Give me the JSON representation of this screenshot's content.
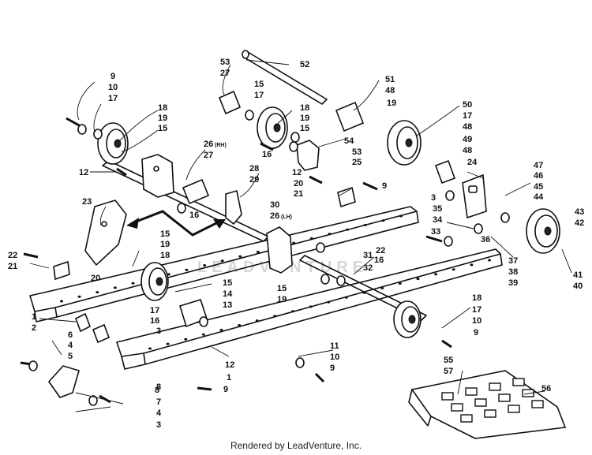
{
  "footer": "Rendered by LeadVenture, Inc.",
  "watermark": "LEADVENTURE",
  "callouts": [
    {
      "id": "c-9a",
      "text": "9"
    },
    {
      "id": "c-10a",
      "text": "10"
    },
    {
      "id": "c-17a",
      "text": "17"
    },
    {
      "id": "c-18a",
      "text": "18"
    },
    {
      "id": "c-19a",
      "text": "19"
    },
    {
      "id": "c-15a",
      "text": "15"
    },
    {
      "id": "c-53a",
      "text": "53"
    },
    {
      "id": "c-27a",
      "text": "27"
    },
    {
      "id": "c-15b",
      "text": "15"
    },
    {
      "id": "c-17b",
      "text": "17"
    },
    {
      "id": "c-52",
      "text": "52"
    },
    {
      "id": "c-51",
      "text": "51"
    },
    {
      "id": "c-48a",
      "text": "48"
    },
    {
      "id": "c-19b",
      "text": "19"
    },
    {
      "id": "c-18b",
      "text": "18"
    },
    {
      "id": "c-19c",
      "text": "19"
    },
    {
      "id": "c-15c",
      "text": "15"
    },
    {
      "id": "c-50",
      "text": "50"
    },
    {
      "id": "c-17c",
      "text": "17"
    },
    {
      "id": "c-48b",
      "text": "48"
    },
    {
      "id": "c-49",
      "text": "49"
    },
    {
      "id": "c-48c",
      "text": "48"
    },
    {
      "id": "c-24",
      "text": "24"
    },
    {
      "id": "c-26rh",
      "text": "26"
    },
    {
      "id": "c-rh",
      "text": "(RH)"
    },
    {
      "id": "c-27b",
      "text": "27"
    },
    {
      "id": "c-16a",
      "text": "16"
    },
    {
      "id": "c-54",
      "text": "54"
    },
    {
      "id": "c-53b",
      "text": "53"
    },
    {
      "id": "c-25",
      "text": "25"
    },
    {
      "id": "c-12a",
      "text": "12"
    },
    {
      "id": "c-16b",
      "text": "16"
    },
    {
      "id": "c-28",
      "text": "28"
    },
    {
      "id": "c-29",
      "text": "29"
    },
    {
      "id": "c-12b",
      "text": "12"
    },
    {
      "id": "c-20a",
      "text": "20"
    },
    {
      "id": "c-21a",
      "text": "21"
    },
    {
      "id": "c-30",
      "text": "30"
    },
    {
      "id": "c-26lh",
      "text": "26"
    },
    {
      "id": "c-lh",
      "text": "(LH)"
    },
    {
      "id": "c-9b",
      "text": "9"
    },
    {
      "id": "c-3a",
      "text": "3"
    },
    {
      "id": "c-47",
      "text": "47"
    },
    {
      "id": "c-46",
      "text": "46"
    },
    {
      "id": "c-45",
      "text": "45"
    },
    {
      "id": "c-44",
      "text": "44"
    },
    {
      "id": "c-35",
      "text": "35"
    },
    {
      "id": "c-34",
      "text": "34"
    },
    {
      "id": "c-33",
      "text": "33"
    },
    {
      "id": "c-36",
      "text": "36"
    },
    {
      "id": "c-43",
      "text": "43"
    },
    {
      "id": "c-42",
      "text": "42"
    },
    {
      "id": "c-23",
      "text": "23"
    },
    {
      "id": "c-15d",
      "text": "15"
    },
    {
      "id": "c-19d",
      "text": "19"
    },
    {
      "id": "c-18c",
      "text": "18"
    },
    {
      "id": "c-22a",
      "text": "22"
    },
    {
      "id": "c-21b",
      "text": "21"
    },
    {
      "id": "c-20b",
      "text": "20"
    },
    {
      "id": "c-22b",
      "text": "22"
    },
    {
      "id": "c-16c",
      "text": "16"
    },
    {
      "id": "c-31",
      "text": "31"
    },
    {
      "id": "c-32",
      "text": "32"
    },
    {
      "id": "c-37",
      "text": "37"
    },
    {
      "id": "c-38",
      "text": "38"
    },
    {
      "id": "c-39",
      "text": "39"
    },
    {
      "id": "c-41",
      "text": "41"
    },
    {
      "id": "c-40",
      "text": "40"
    },
    {
      "id": "c-15e",
      "text": "15"
    },
    {
      "id": "c-19e",
      "text": "19"
    },
    {
      "id": "c-15f",
      "text": "15"
    },
    {
      "id": "c-14",
      "text": "14"
    },
    {
      "id": "c-13",
      "text": "13"
    },
    {
      "id": "c-17d",
      "text": "17"
    },
    {
      "id": "c-16d",
      "text": "16"
    },
    {
      "id": "c-3b",
      "text": "3"
    },
    {
      "id": "c-1a",
      "text": "1"
    },
    {
      "id": "c-2",
      "text": "2"
    },
    {
      "id": "c-18d",
      "text": "18"
    },
    {
      "id": "c-17e",
      "text": "17"
    },
    {
      "id": "c-10b",
      "text": "10"
    },
    {
      "id": "c-9c",
      "text": "9"
    },
    {
      "id": "c-6",
      "text": "6"
    },
    {
      "id": "c-4a",
      "text": "4"
    },
    {
      "id": "c-5",
      "text": "5"
    },
    {
      "id": "c-8a",
      "text": "8"
    },
    {
      "id": "c-12c",
      "text": "12"
    },
    {
      "id": "c-1b",
      "text": "1"
    },
    {
      "id": "c-11",
      "text": "11"
    },
    {
      "id": "c-10c",
      "text": "10"
    },
    {
      "id": "c-9d",
      "text": "9"
    },
    {
      "id": "c-8b",
      "text": "8"
    },
    {
      "id": "c-7",
      "text": "7"
    },
    {
      "id": "c-4b",
      "text": "4"
    },
    {
      "id": "c-3c",
      "text": "3"
    },
    {
      "id": "c-9e",
      "text": "9"
    },
    {
      "id": "c-55",
      "text": "55"
    },
    {
      "id": "c-57",
      "text": "57"
    },
    {
      "id": "c-56",
      "text": "56"
    }
  ]
}
